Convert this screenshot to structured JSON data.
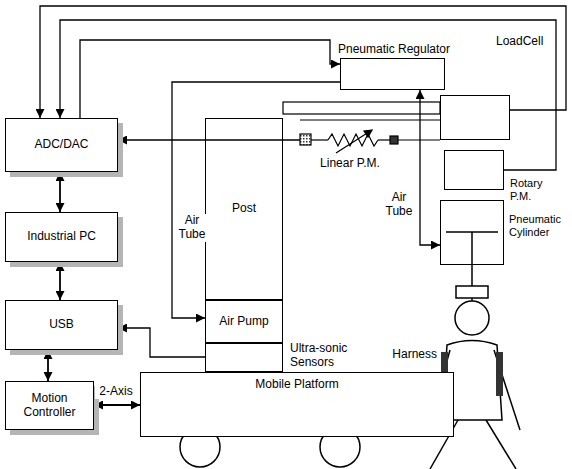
{
  "diagram": {
    "nodes": [
      {
        "text": [
          "ADC/DAC"
        ]
      },
      {
        "text": [
          "Industrial PC"
        ]
      },
      {
        "text": [
          "USB"
        ]
      },
      {
        "text": [
          "Motion Controller"
        ]
      },
      {
        "text": [
          "Mobile Platform"
        ]
      },
      {
        "text": [
          "Post"
        ]
      },
      {
        "text": [
          "Air Pump"
        ]
      },
      {
        "text": [
          "Ultra-sonic Sensors"
        ]
      },
      {
        "text": [
          "Pneumatic Regulator"
        ]
      },
      {
        "text": [
          "Linear P.M."
        ]
      },
      {
        "text": [
          "LoadCell"
        ]
      },
      {
        "text": [
          "Rotary P.M."
        ]
      },
      {
        "text": [
          "Pneumatic Cylinder"
        ]
      }
    ],
    "edges": [
      {
        "from": 0,
        "to": 1,
        "arrow": "both"
      },
      {
        "from": 1,
        "to": 2,
        "arrow": "both"
      },
      {
        "from": 2,
        "to": 3,
        "arrow": "both"
      },
      {
        "from": 3,
        "to": 4,
        "label": "2-Axis",
        "arrow": "both"
      },
      {
        "from": 7,
        "to": 2,
        "arrow": "to"
      },
      {
        "from": 8,
        "to": 6,
        "label": "Air Tube",
        "arrow": "to"
      },
      {
        "from": 8,
        "to": 12,
        "label": "Air Tube",
        "arrow": "both"
      },
      {
        "from": 9,
        "to": 0,
        "arrow": "to"
      },
      {
        "from": 10,
        "to": 0,
        "arrow": "to"
      },
      {
        "from": 11,
        "to": 0,
        "arrow": "to"
      },
      {
        "from": 0,
        "to": 8,
        "arrow": "to"
      }
    ],
    "labels": [
      "Harness"
    ]
  }
}
